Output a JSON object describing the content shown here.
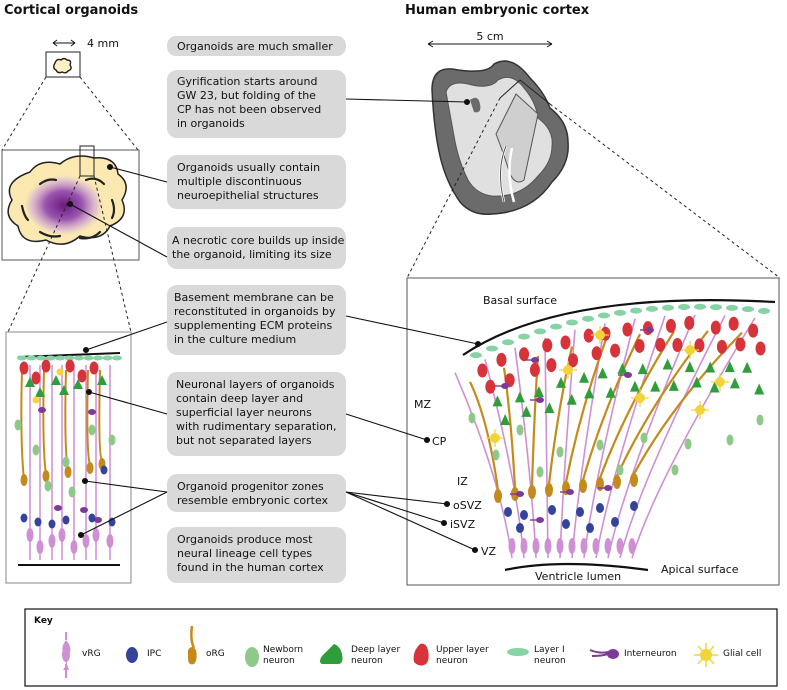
{
  "titles": {
    "left": "Cortical organoids",
    "right": "Human embryonic cortex"
  },
  "scales": {
    "organoid": "4 mm",
    "cortex": "5 cm"
  },
  "statements": [
    {
      "lines": [
        "Organoids are much smaller"
      ]
    },
    {
      "lines": [
        "Gyrification starts around",
        "GW 23, but folding of the",
        "CP has not been observed",
        "in organoids"
      ]
    },
    {
      "lines": [
        "Organoids usually contain",
        "multiple discontinuous",
        "neuroepithelial structures"
      ]
    },
    {
      "lines": [
        "A necrotic core builds up inside",
        "the organoid, limiting its size"
      ]
    },
    {
      "lines": [
        "Basement membrane can be",
        "reconstituted in organoids by",
        "supplementing ECM proteins",
        "in the culture medium"
      ]
    },
    {
      "lines": [
        "Neuronal layers of organoids",
        "contain deep layer and",
        "superficial layer neurons",
        "with rudimentary separation,",
        "but not separated layers"
      ]
    },
    {
      "lines": [
        "Organoid progenitor zones",
        "resemble embryonic cortex"
      ]
    },
    {
      "lines": [
        "Organoids produce most",
        "neural lineage cell types",
        "found in the human cortex"
      ]
    }
  ],
  "cortex_labels": {
    "basal": "Basal surface",
    "mz": "MZ",
    "cp": "CP",
    "iz": "IZ",
    "osvz": "oSVZ",
    "isvz": "iSVZ",
    "vz": "VZ",
    "ventricle": "Ventricle lumen",
    "apical": "Apical surface"
  },
  "key": {
    "title": "Key",
    "items": [
      {
        "lines": [
          "vRG"
        ],
        "icon": "vrg-icon",
        "color": "#cf8fd4"
      },
      {
        "lines": [
          "IPC"
        ],
        "icon": "ipc-icon",
        "color": "#34449a"
      },
      {
        "lines": [
          "oRG"
        ],
        "icon": "org-icon",
        "color": "#c58a1c"
      },
      {
        "lines": [
          "Newborn",
          "neuron"
        ],
        "icon": "newborn-neuron-icon",
        "color": "#8fc98a"
      },
      {
        "lines": [
          "Deep layer",
          "neuron"
        ],
        "icon": "deep-layer-neuron-icon",
        "color": "#2f9e3a"
      },
      {
        "lines": [
          "Upper layer",
          "neuron"
        ],
        "icon": "upper-layer-neuron-icon",
        "color": "#d6333a"
      },
      {
        "lines": [
          "Layer I",
          "neuron"
        ],
        "icon": "layer-i-neuron-icon",
        "color": "#86d3a6"
      },
      {
        "lines": [
          "Interneuron"
        ],
        "icon": "interneuron-icon",
        "color": "#7d3a96"
      },
      {
        "lines": [
          "Glial cell"
        ],
        "icon": "glial-cell-icon",
        "color": "#f2d43a"
      }
    ]
  }
}
